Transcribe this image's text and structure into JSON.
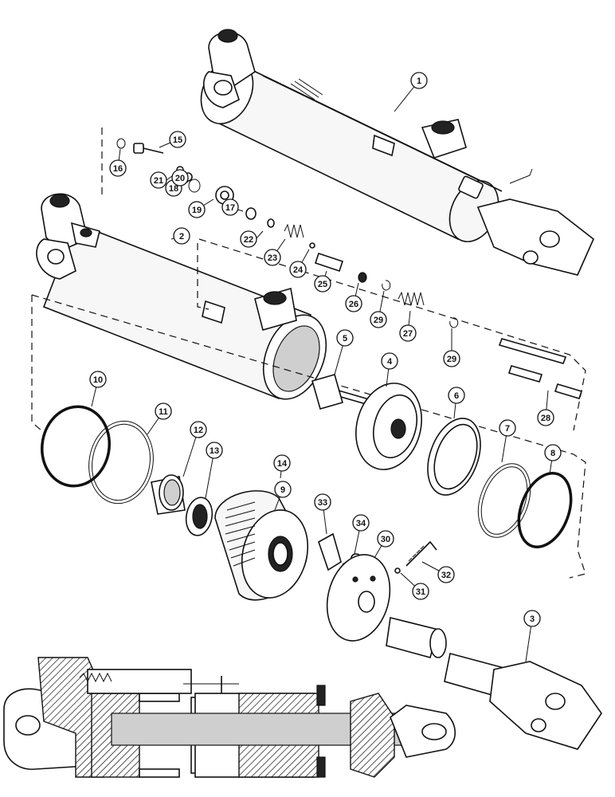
{
  "part_callouts": [
    {
      "id": "1",
      "text": "1"
    },
    {
      "id": "2",
      "text": "2"
    },
    {
      "id": "3",
      "text": "3"
    },
    {
      "id": "4",
      "text": "4"
    },
    {
      "id": "5",
      "text": "5"
    },
    {
      "id": "6",
      "text": "6"
    },
    {
      "id": "7",
      "text": "7"
    },
    {
      "id": "8",
      "text": "8"
    },
    {
      "id": "9",
      "text": "9"
    },
    {
      "id": "10",
      "text": "10"
    },
    {
      "id": "11",
      "text": "11"
    },
    {
      "id": "12",
      "text": "12"
    },
    {
      "id": "13",
      "text": "13"
    },
    {
      "id": "14",
      "text": "14"
    },
    {
      "id": "15",
      "text": "15"
    },
    {
      "id": "16",
      "text": "16"
    },
    {
      "id": "17",
      "text": "17"
    },
    {
      "id": "18",
      "text": "18"
    },
    {
      "id": "19",
      "text": "19"
    },
    {
      "id": "20",
      "text": "20"
    },
    {
      "id": "21",
      "text": "21"
    },
    {
      "id": "22",
      "text": "22"
    },
    {
      "id": "23",
      "text": "23"
    },
    {
      "id": "24",
      "text": "24"
    },
    {
      "id": "25",
      "text": "25"
    },
    {
      "id": "26",
      "text": "26"
    },
    {
      "id": "27",
      "text": "27"
    },
    {
      "id": "28",
      "text": "28"
    },
    {
      "id": "29a",
      "text": "29"
    },
    {
      "id": "29b",
      "text": "29"
    },
    {
      "id": "30",
      "text": "30"
    },
    {
      "id": "31",
      "text": "31"
    },
    {
      "id": "32",
      "text": "32"
    },
    {
      "id": "33",
      "text": "33"
    },
    {
      "id": "34",
      "text": "34"
    }
  ]
}
